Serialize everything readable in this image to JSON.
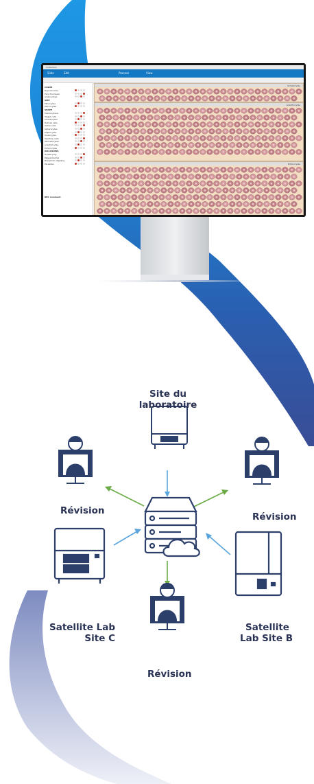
{
  "colors": {
    "ribbon_blue": "#1f8fde",
    "ribbon_dark": "#2d4f9c",
    "ribbon_pale": "#aab4d6",
    "icon_navy": "#2c3f6b",
    "arrow_blue": "#5aa5dd",
    "arrow_green": "#6aab45",
    "label_navy": "#2a3354"
  },
  "monitor": {
    "app": {
      "title": "Cellavision",
      "toolbar_items": [
        "Slide",
        "Edit",
        "Process",
        "View"
      ],
      "panels": [
        {
          "name": "Schistocytes"
        },
        {
          "name": "Acanthocytes"
        },
        {
          "name": "Echinocytes"
        }
      ],
      "sidebar_sections": [
        "COLOR",
        "SIZE",
        "SHAPE",
        "INCLUSIONS"
      ],
      "sidebar_items": [
        "Hypochromia",
        "Polychromasia",
        "Anisocytosis",
        "Microcytes",
        "Macrocytes",
        "Poikilocytosis",
        "Target cells",
        "Schistocytes",
        "Helmet cells",
        "Sickle cells",
        "Spherocytes",
        "Elliptocytes",
        "Ovalocytes",
        "Teardrop cells",
        "Stomatocytes",
        "Acanthocytes",
        "Echinocytes",
        "Howell-Jolly",
        "Pappenheimer",
        "Basophilic stippling",
        "Parasites"
      ],
      "footer_label": "RBC comment"
    }
  },
  "nodes": {
    "site_lab": {
      "line1": "Site du",
      "line2": "laboratoire",
      "icon": "analyzer-icon"
    },
    "review_left": {
      "label": "Révision",
      "icon": "reviewer-workstation-icon"
    },
    "review_right": {
      "label": "Révision",
      "icon": "reviewer-workstation-icon"
    },
    "review_bottom": {
      "label": "Révision",
      "icon": "reviewer-workstation-icon"
    },
    "satellite_c": {
      "line1": "Satellite Lab",
      "line2": "Site C",
      "icon": "analyzer-icon"
    },
    "satellite_b": {
      "line1": "Satellite",
      "line2": "Lab Site B",
      "icon": "tall-analyzer-icon"
    },
    "server": {
      "icon": "cloud-server-icon"
    }
  }
}
